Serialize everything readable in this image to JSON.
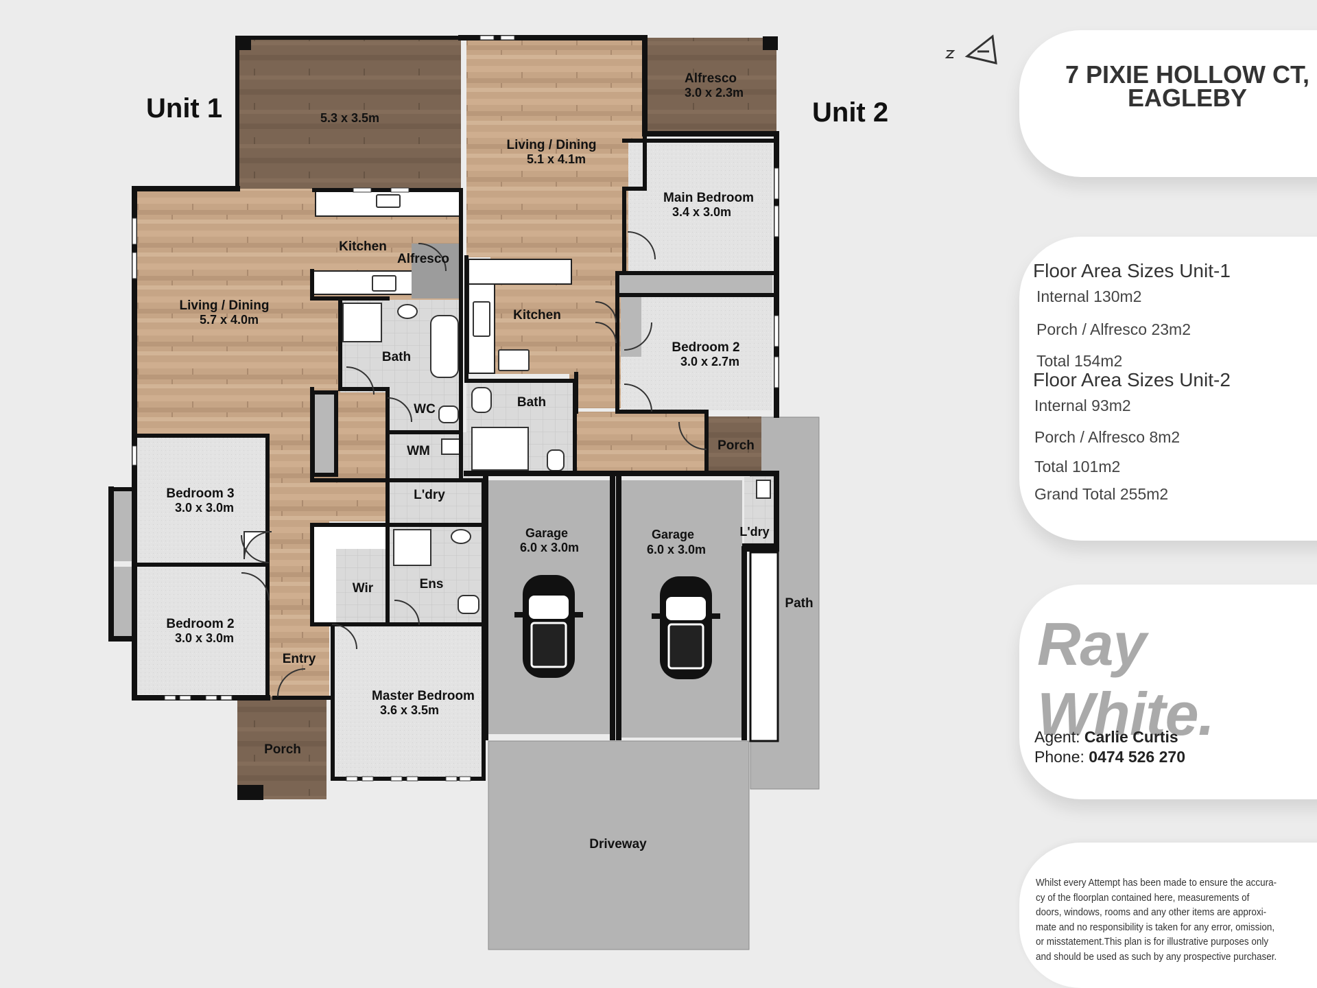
{
  "units": {
    "unit1": "Unit 1",
    "unit2": "Unit 2"
  },
  "address": {
    "line1": "7 PIXIE HOLLOW CT,",
    "line2": "EAGLEBY"
  },
  "rooms": {
    "u1_alfresco_size": "5.3 x 3.5m",
    "u1_living": "Living / Dining",
    "u1_living_size": "5.7 x 4.0m",
    "u1_kitchen": "Kitchen",
    "u1_alfresco": "Alfresco",
    "u1_bath": "Bath",
    "u1_wc": "WC",
    "u1_wm": "WM",
    "u1_ldry": "L'dry",
    "u1_bed3": "Bedroom 3",
    "u1_bed3_size": "3.0 x 3.0m",
    "u1_bed2": "Bedroom 2",
    "u1_bed2_size": "3.0 x 3.0m",
    "u1_wir": "Wir",
    "u1_ens": "Ens",
    "u1_entry": "Entry",
    "u1_master": "Master Bedroom",
    "u1_master_size": "3.6 x 3.5m",
    "u1_porch": "Porch",
    "u1_garage": "Garage",
    "u1_garage_size": "6.0 x 3.0m",
    "u2_alfresco": "Alfresco",
    "u2_alfresco_size": "3.0 x 2.3m",
    "u2_living": "Living / Dining",
    "u2_living_size": "5.1 x 4.1m",
    "u2_main": "Main Bedroom",
    "u2_main_size": "3.4 x 3.0m",
    "u2_kitchen": "Kitchen",
    "u2_bed2": "Bedroom 2",
    "u2_bed2_size": "3.0 x 2.7m",
    "u2_bath": "Bath",
    "u2_porch": "Porch",
    "u2_garage": "Garage",
    "u2_garage_size": "6.0 x 3.0m",
    "u2_ldry": "L'dry",
    "path": "Path",
    "driveway": "Driveway"
  },
  "areas": {
    "unit1_title": "Floor Area Sizes Unit-1",
    "unit1": [
      "Internal 130m2",
      "Porch / Alfresco 23m2",
      "Total 154m2"
    ],
    "unit2_title": "Floor Area Sizes Unit-2",
    "unit2": [
      "Internal 93m2",
      "Porch / Alfresco 8m2",
      "Total 101m2",
      "Grand Total 255m2"
    ]
  },
  "brand": {
    "logo_text": "Ray White."
  },
  "agent": {
    "agent_label": "Agent:",
    "agent_name": "Carlie Curtis",
    "phone_label": "Phone:",
    "phone": "0474 526 270"
  },
  "disclaimer": [
    "Whilst every Attempt has been made to ensure the accura-",
    "cy of the floorplan contained here,  measurements of",
    "doors, windows, rooms and any other items are approxi-",
    "mate and no responsibility is taken for any error, omission,",
    "or misstatement.This plan is for illustrative purposes only",
    "and should be used as such by any prospective purchaser."
  ],
  "colors": {
    "wood": "#c4a283",
    "deck": "#7d6754",
    "carpet": "#e2e2e2",
    "tile": "#dcdcdc",
    "concrete": "#b4b4b4",
    "wall": "#111111"
  },
  "icons": {
    "north": "north-arrow-icon",
    "car": "car-icon"
  }
}
